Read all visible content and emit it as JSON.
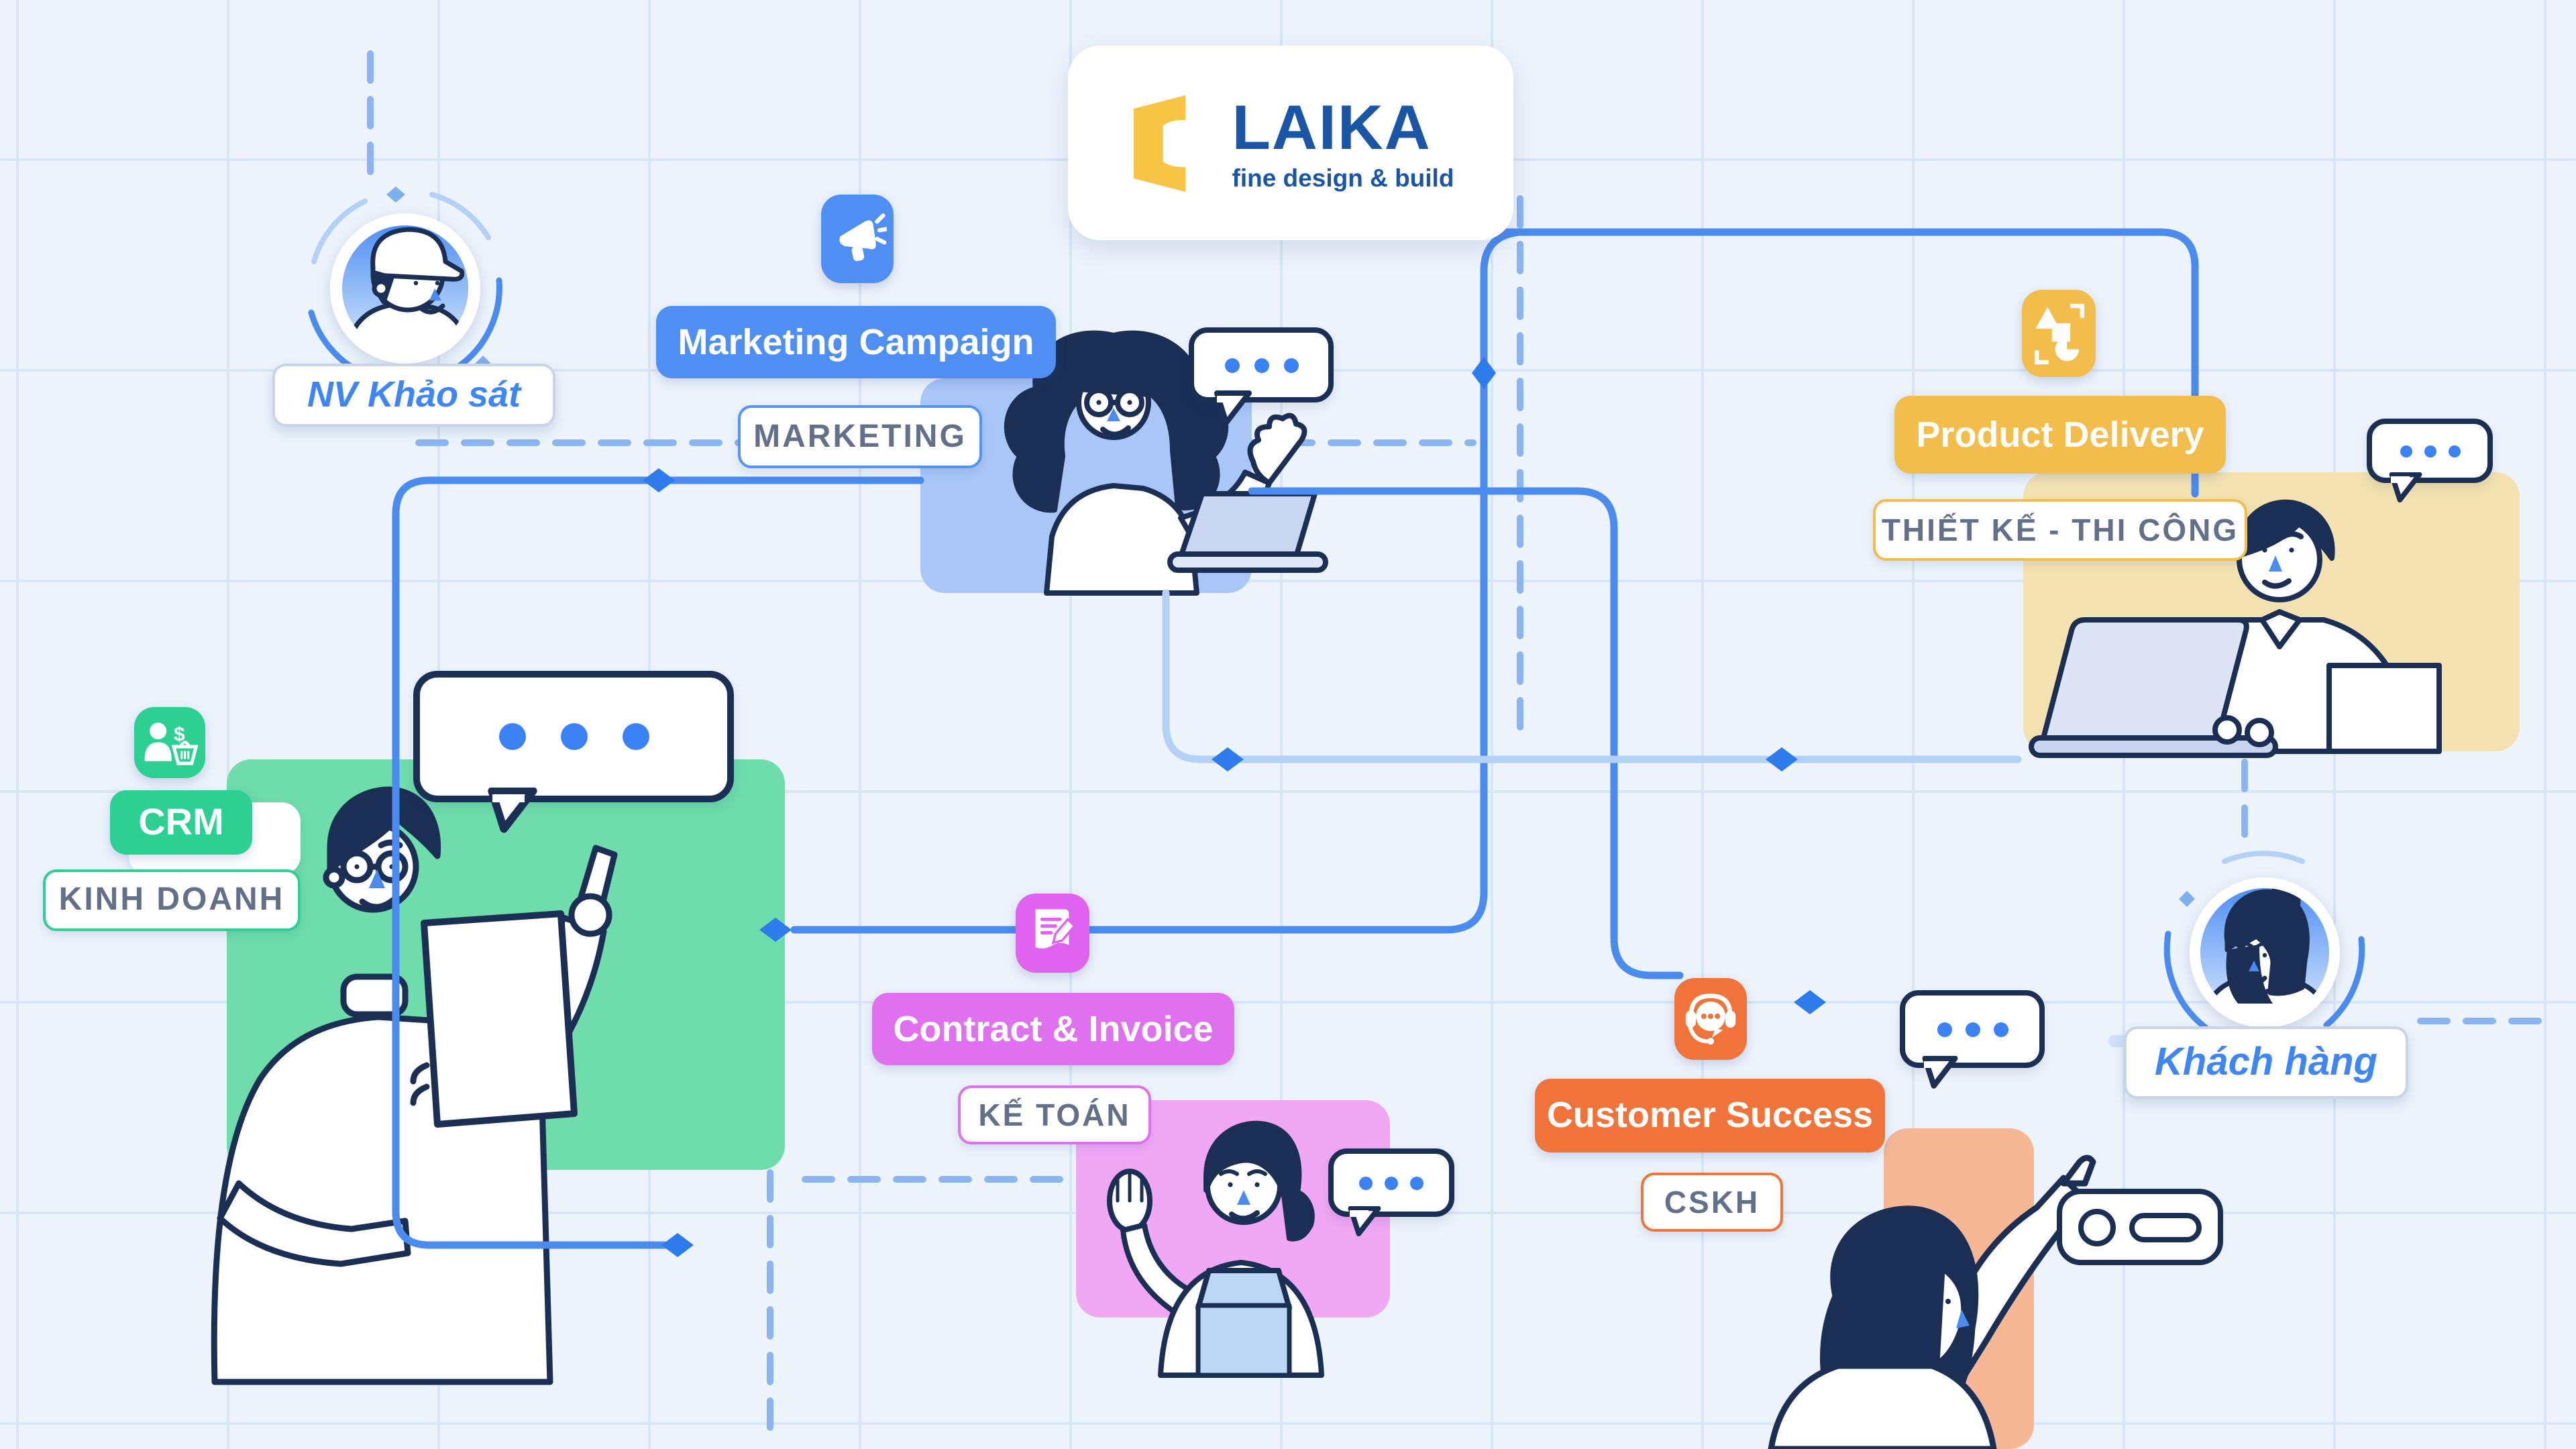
{
  "logo": {
    "name": "LAIKA",
    "tagline": "fine design & build"
  },
  "nodes": {
    "surveyor": {
      "label": "NV Khảo sát"
    },
    "marketing": {
      "title": "Marketing Campaign",
      "subtitle": "MARKETING"
    },
    "crm": {
      "title": "CRM",
      "subtitle": "KINH DOANH"
    },
    "contract": {
      "title": "Contract & Invoice",
      "subtitle": "KẾ TOÁN"
    },
    "customer_success": {
      "title": "Customer Success",
      "subtitle": "CSKH"
    },
    "delivery": {
      "title": "Product Delivery",
      "subtitle": "THIẾT KẾ - THI CÔNG"
    },
    "customer": {
      "label": "Khách hàng"
    }
  },
  "icons": [
    "laika-door-icon",
    "megaphone-icon",
    "customer-sale-icon",
    "document-sign-icon",
    "support-headset-icon",
    "design-shapes-icon",
    "typing-indicator-dots",
    "toggle-control"
  ],
  "colors": {
    "background": "#ecf3fb",
    "grid": "#d8e5f5",
    "connector_solid": "#4a8bef",
    "connector_light": "#b3d0f6",
    "connector_dashed": "#8ab5f1",
    "node_marker": "#2e7bec",
    "outline_navy": "#1b2f55",
    "brand_blue": "#1b55a5",
    "brand_yellow": "#f7c444",
    "avatar_label_blue": "#3f86f5",
    "subtitle_gray": "#62708a",
    "marketing_blue": "#4f8ef2",
    "marketing_panel": "#a9c6f7",
    "crm_green": "#2bd092",
    "crm_panel": "#6edcab",
    "contract_magenta": "#df70ee",
    "contract_panel": "#f0a7f4",
    "cs_orange": "#f0743a",
    "cs_panel": "#f6b794",
    "delivery_yellow": "#f2bd4a",
    "delivery_panel": "#f3e2b0"
  }
}
